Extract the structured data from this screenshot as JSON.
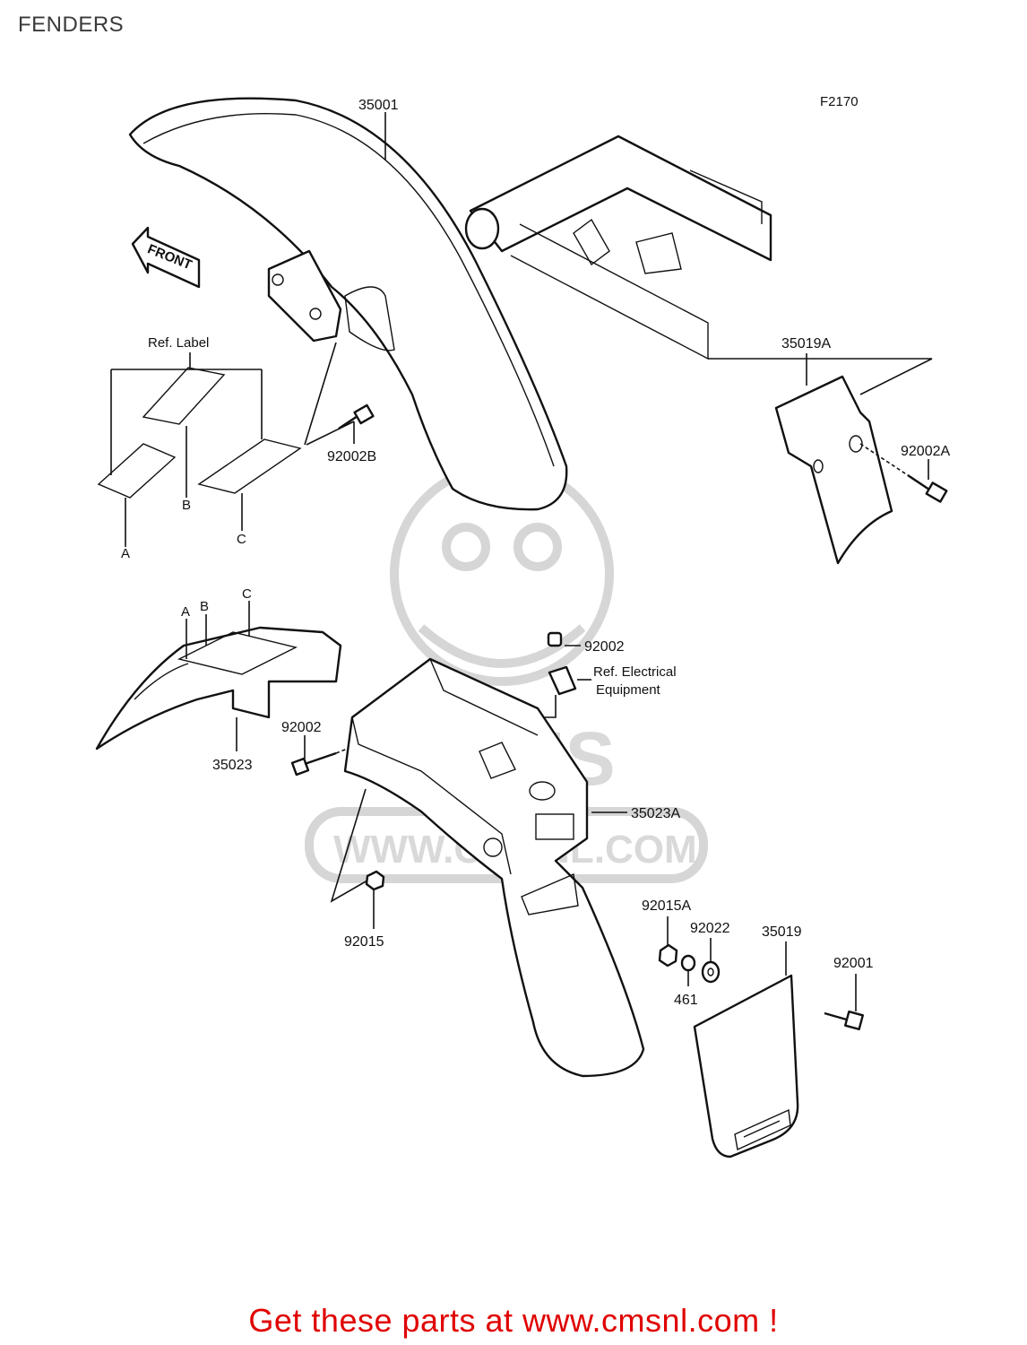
{
  "title": "FENDERS",
  "figure_code": "F2170",
  "direction_arrow": "FRONT",
  "watermark": {
    "brand": "CMS",
    "url": "WWW.CMSNL.COM"
  },
  "labels": {
    "front_fender": "35001",
    "front_bolt": "92002B",
    "ref_label": "Ref. Label",
    "label_a": "A",
    "label_b": "B",
    "label_c": "C",
    "inner_a": "A",
    "inner_b": "B",
    "inner_c": "C",
    "bracket": "35019A",
    "bracket_bolt": "92002A",
    "bolt_top": "92002",
    "ref_electrical_line1": "Ref. Electrical",
    "ref_electrical_line2": "Equipment",
    "bolt_left": "92002",
    "inner_fender": "35023",
    "rear_fender": "35023A",
    "nut": "92015",
    "nut_a": "92015A",
    "washer": "92022",
    "mudflap": "35019",
    "mudflap_bolt": "92001",
    "lockwasher": "461"
  },
  "footer": {
    "text": "Get these parts at www.cmsnl.com !",
    "color": "#e00000"
  }
}
